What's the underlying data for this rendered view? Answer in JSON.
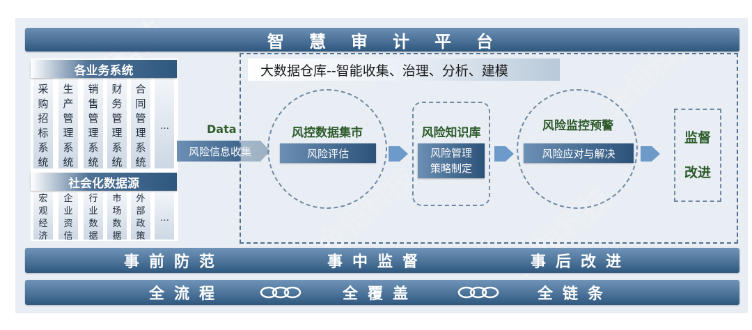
{
  "platform_title": "智慧审计平台",
  "left_panel": {
    "business_header": "各业务系统",
    "business_columns": [
      "采购招标系统",
      "生产管理系统",
      "销售管理系统",
      "财务管理系统",
      "合同管理系统"
    ],
    "business_more": "…",
    "social_header": "社会化数据源",
    "social_columns": [
      "宏观经济",
      "企业资信",
      "行业数据",
      "市场数据",
      "外部政策"
    ],
    "social_more": "…"
  },
  "data_label": "Data",
  "collect_label": "风险信息收集",
  "main_title": "大数据仓库--智能收集、治理、分析、建模",
  "nodes": {
    "market": {
      "title": "风控数据集市",
      "box": "风险评估"
    },
    "knowledge": {
      "title": "风险知识库",
      "box_line1": "风险管理",
      "box_line2": "策略制定"
    },
    "warning": {
      "title": "风险监控预警",
      "box": "风险应对与解决"
    },
    "supervise": {
      "line1": "监督",
      "line2": "改进"
    }
  },
  "phase_band": [
    "事前防范",
    "事中监督",
    "事后改进"
  ],
  "coverage_band": [
    "全流程",
    "全覆盖",
    "全链条"
  ],
  "watermark": "金恒科技",
  "colors": {
    "accent_dark": "#2f587f",
    "accent_light": "#6c8fb4",
    "green_text": "#2d5a2a"
  }
}
